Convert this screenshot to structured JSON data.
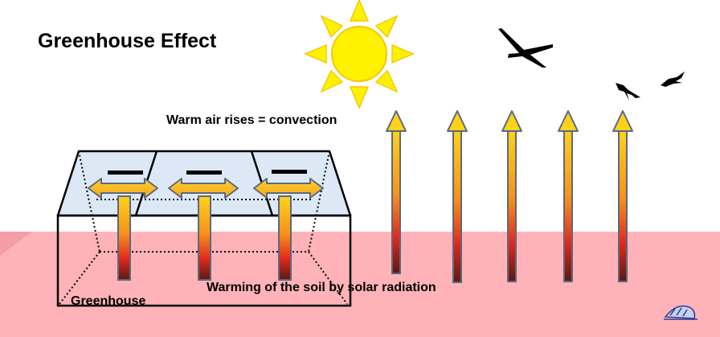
{
  "title": "Greenhouse Effect",
  "labels": {
    "convection": "Warm air rises = convection",
    "soil_warming": "Warming of the soil by solar radiation",
    "greenhouse": "Greenhouse"
  },
  "icons": [
    "sun-icon",
    "glider-icon",
    "bird-icon",
    "minus-sign-icon",
    "up-arrow-icon",
    "t-arrow-icon",
    "logo-icon"
  ],
  "colors": {
    "ground": "#ffb3b8",
    "glass": "#dde8f6",
    "sun": "#fff200",
    "arrow_top": "#ffd21a",
    "arrow_bottom": "#5a1a14",
    "arrow_outline": "#5a6a80"
  }
}
